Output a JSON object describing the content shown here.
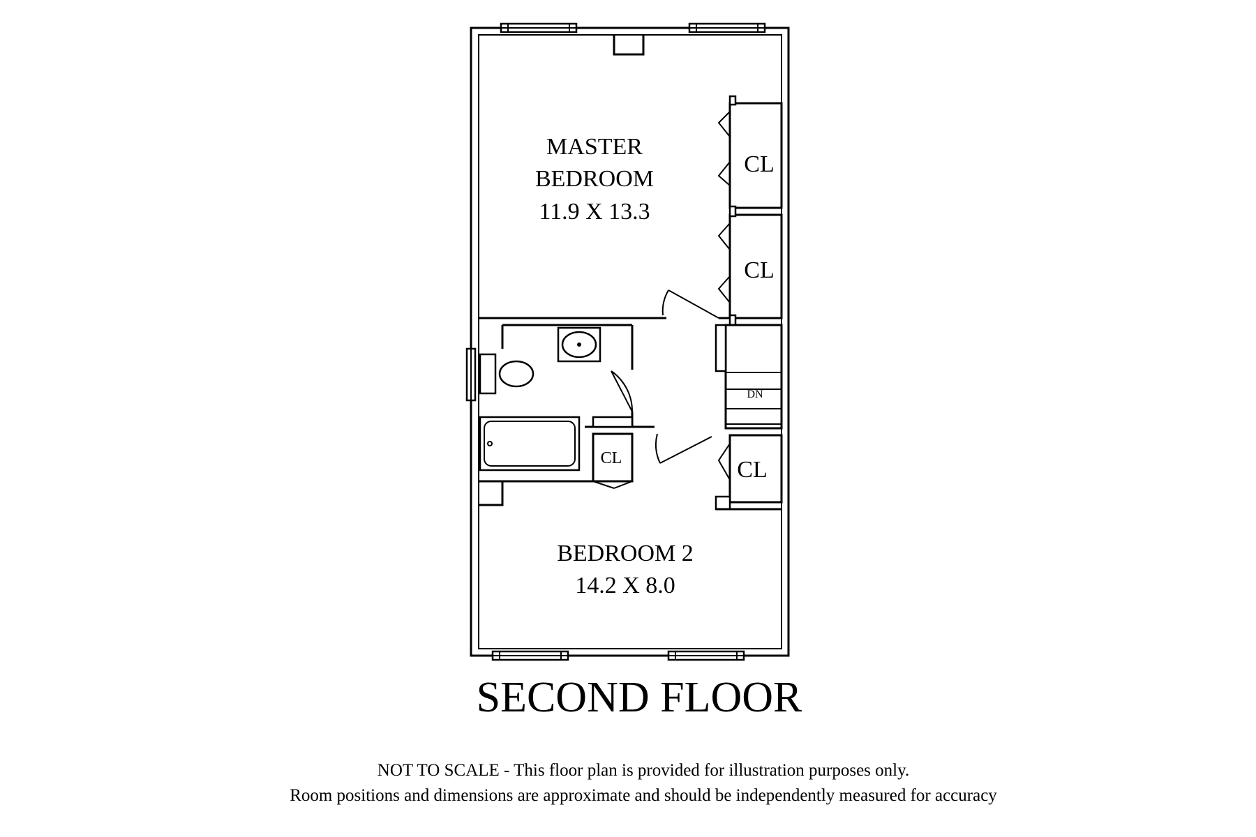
{
  "plan": {
    "master_bedroom": {
      "name_line1": "MASTER",
      "name_line2": "BEDROOM",
      "dimensions": "11.9 X 13.3"
    },
    "bedroom2": {
      "name": "BEDROOM 2",
      "dimensions": "14.2 X 8.0"
    },
    "closets": [
      "CL",
      "CL",
      "CL",
      "CL"
    ],
    "stairs_label": "DN",
    "floor_title": "SECOND FLOOR",
    "disclaimer_line1": "NOT TO SCALE - This floor plan is provided for illustration purposes only.",
    "disclaimer_line2": "Room positions and dimensions are approximate and should be independently measured for accuracy"
  }
}
